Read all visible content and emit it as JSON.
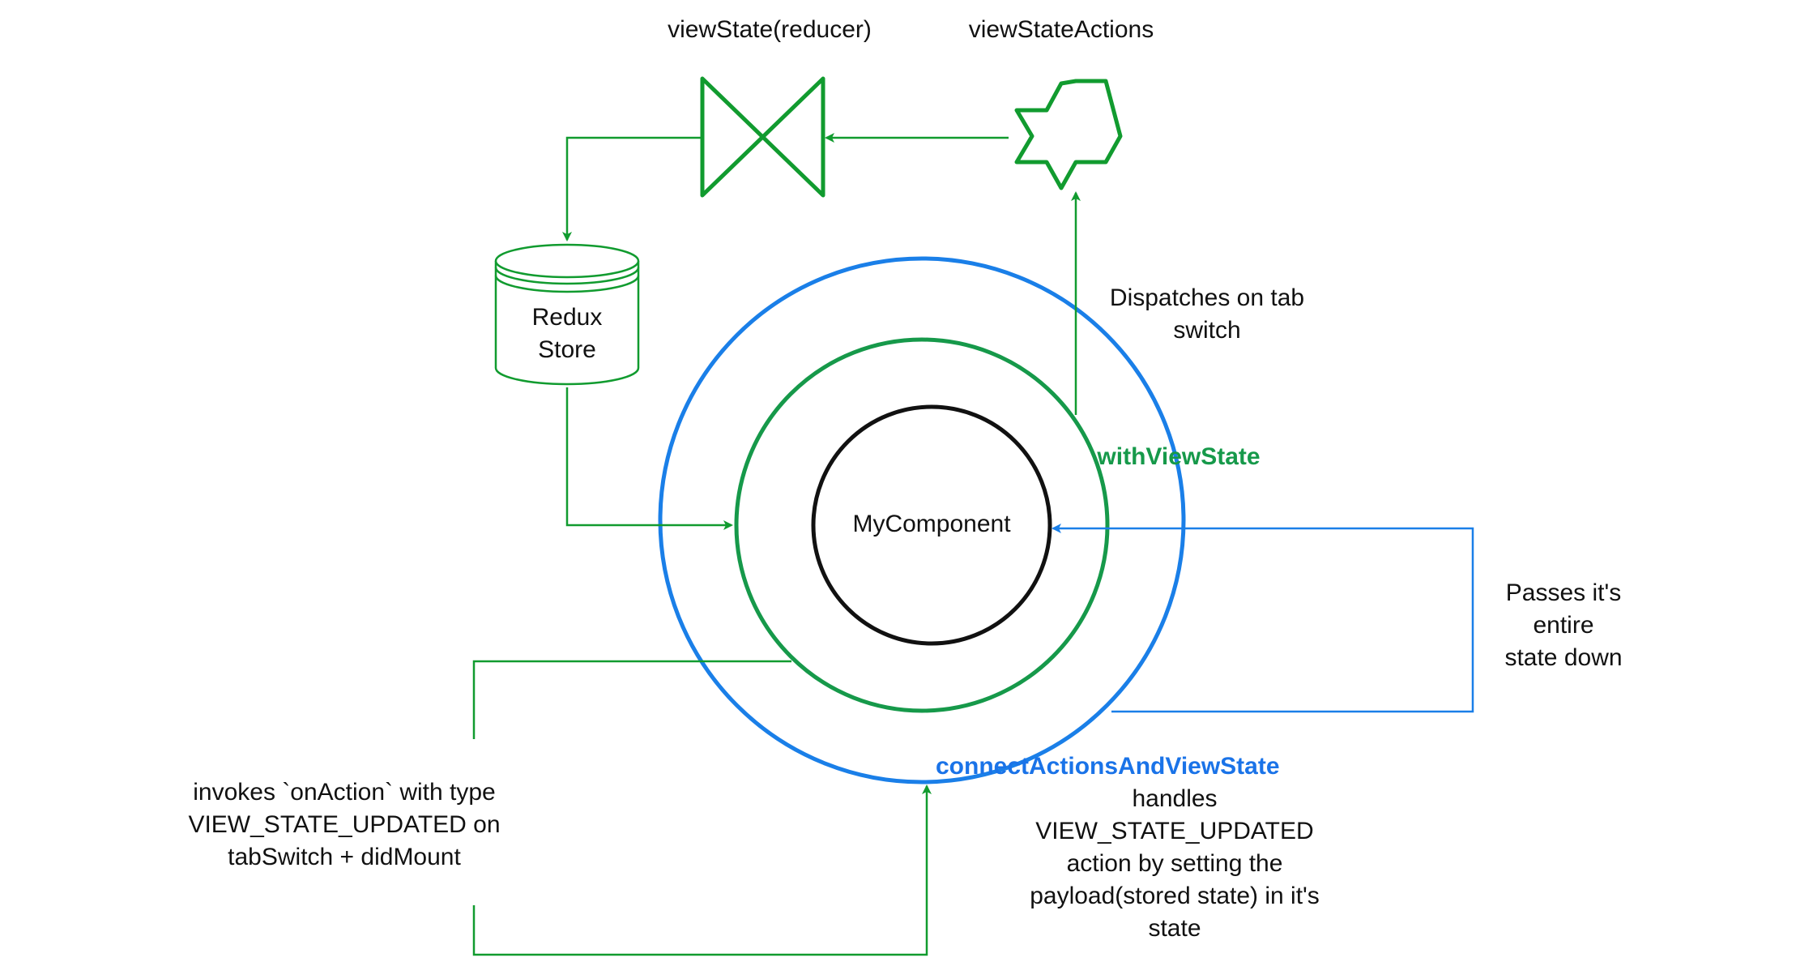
{
  "colors": {
    "green": "#119b2f",
    "ring_green": "#16994a",
    "blue": "#1a7fe8",
    "bold_blue": "#1a73e8",
    "black": "#111111"
  },
  "nodes": {
    "reducer": {
      "label": "viewState(reducer)",
      "icon": "bowtie-icon"
    },
    "actions": {
      "label": "viewStateActions",
      "icon": "six-point-star-icon"
    },
    "store": {
      "label_lines": [
        "Redux",
        "Store"
      ],
      "icon": "database-cylinder-icon"
    },
    "component": {
      "label": "MyComponent"
    },
    "with_view_state": {
      "label": "withViewState"
    },
    "connect": {
      "label": "connectActionsAndViewState"
    }
  },
  "annotations": {
    "dispatches": [
      "Dispatches on tab",
      "switch"
    ],
    "passes_state": [
      "Passes it's",
      "entire",
      "state down"
    ],
    "invokes": [
      "invokes `onAction` with type",
      "VIEW_STATE_UPDATED on",
      "tabSwitch + didMount"
    ],
    "handles": [
      "handles",
      "VIEW_STATE_UPDATED",
      "action by setting the",
      "payload(stored state) in it's",
      "state"
    ]
  }
}
